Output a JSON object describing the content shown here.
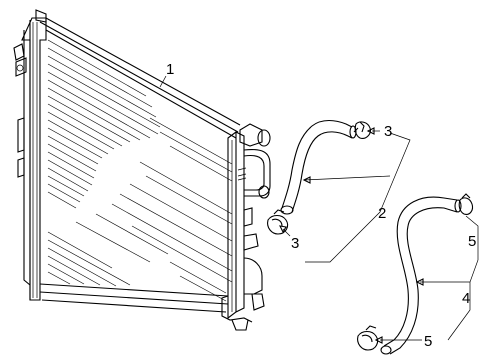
{
  "diagram": {
    "callouts": {
      "radiator": "1",
      "upper_hose": "2",
      "upper_clamp_top": "3",
      "upper_clamp_bottom": "3",
      "lower_hose": "4",
      "lower_clamp_top": "5",
      "lower_clamp_bottom": "5"
    }
  }
}
